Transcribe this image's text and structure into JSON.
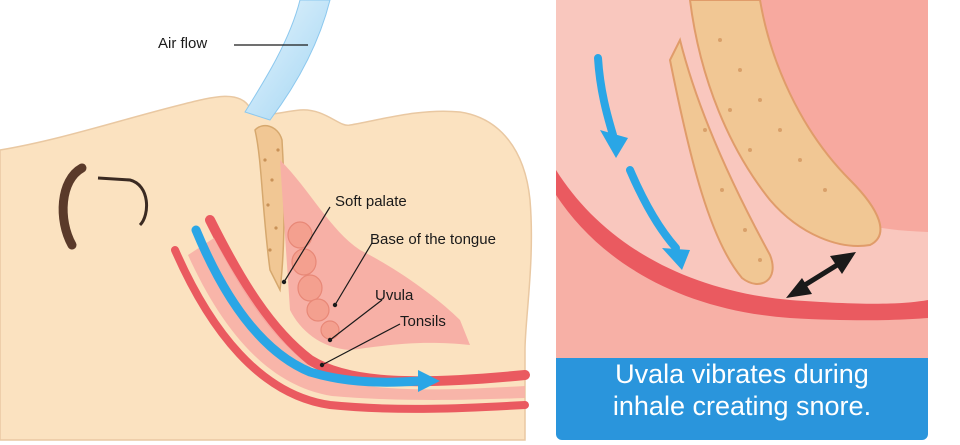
{
  "labels": {
    "air_flow": "Air flow",
    "soft_palate": "Soft palate",
    "base_of_tongue": "Base of  the tongue",
    "uvula": "Uvula",
    "tonsils": "Tonsils"
  },
  "caption": {
    "line1": "Uvala vibrates during",
    "line2": "inhale creating snore."
  },
  "colors": {
    "skin": "#fbe2c0",
    "tissue_pink": "#f7b0a6",
    "tissue_red": "#ea5a60",
    "airway_blue": "#2aa6e6",
    "air_light": "#cfe9f8",
    "panel_border": "#2a95dc",
    "tongue_tan": "#f1c794",
    "vibration_arrow": "#1a1a1a"
  },
  "icons": [
    "air-flow-arrow-icon",
    "vibration-double-arrow-icon",
    "airflow-arrow-icon"
  ]
}
